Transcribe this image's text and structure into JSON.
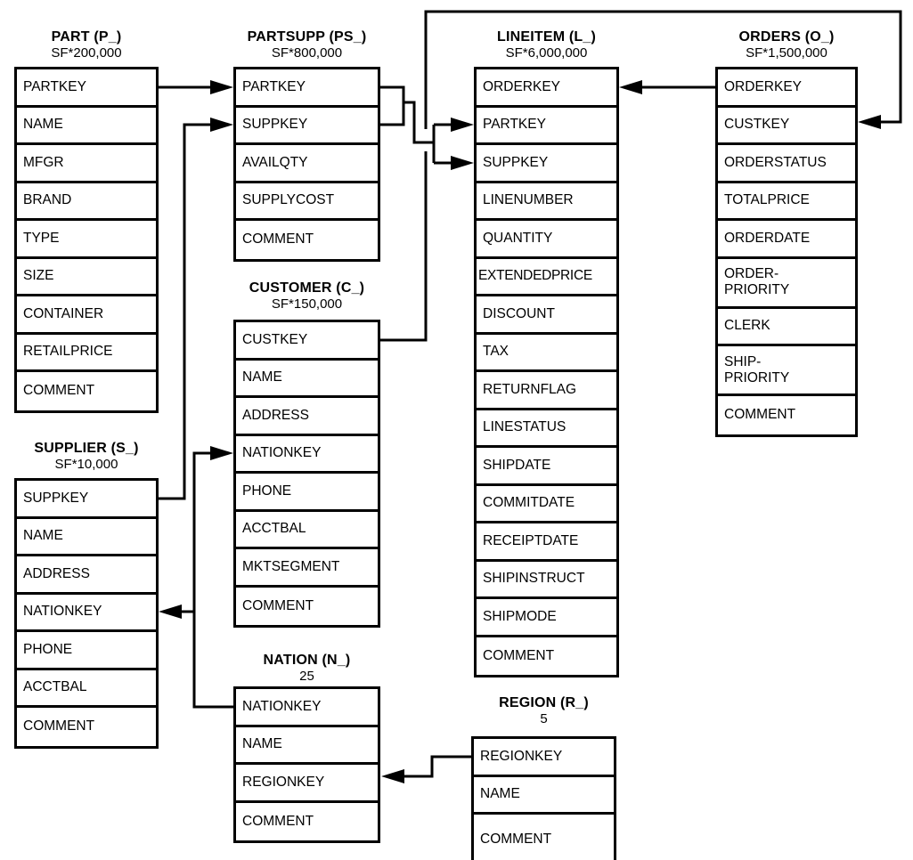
{
  "diagram": {
    "kind": "database-schema",
    "colors": {
      "line": "#000000",
      "background": "#ffffff",
      "text": "#000000"
    }
  },
  "tables": {
    "part": {
      "title": "PART (P_)",
      "cardinality": "SF*200,000",
      "fields": [
        "PARTKEY",
        "NAME",
        "MFGR",
        "BRAND",
        "TYPE",
        "SIZE",
        "CONTAINER",
        "RETAILPRICE",
        "COMMENT"
      ]
    },
    "partsupp": {
      "title": "PARTSUPP (PS_)",
      "cardinality": "SF*800,000",
      "fields": [
        "PARTKEY",
        "SUPPKEY",
        "AVAILQTY",
        "SUPPLYCOST",
        "COMMENT"
      ]
    },
    "lineitem": {
      "title": "LINEITEM (L_)",
      "cardinality": "SF*6,000,000",
      "fields": [
        "ORDERKEY",
        "PARTKEY",
        "SUPPKEY",
        "LINENUMBER",
        "QUANTITY",
        "EXTENDEDPRICE",
        "DISCOUNT",
        "TAX",
        "RETURNFLAG",
        "LINESTATUS",
        "SHIPDATE",
        "COMMITDATE",
        "RECEIPTDATE",
        "SHIPINSTRUCT",
        "SHIPMODE",
        "COMMENT"
      ]
    },
    "orders": {
      "title": "ORDERS (O_)",
      "cardinality": "SF*1,500,000",
      "fields": [
        "ORDERKEY",
        "CUSTKEY",
        "ORDERSTATUS",
        "TOTALPRICE",
        "ORDERDATE",
        "ORDER-\nPRIORITY",
        "CLERK",
        "SHIP-\nPRIORITY",
        "COMMENT"
      ]
    },
    "customer": {
      "title": "CUSTOMER (C_)",
      "cardinality": "SF*150,000",
      "fields": [
        "CUSTKEY",
        "NAME",
        "ADDRESS",
        "NATIONKEY",
        "PHONE",
        "ACCTBAL",
        "MKTSEGMENT",
        "COMMENT"
      ]
    },
    "supplier": {
      "title": "SUPPLIER (S_)",
      "cardinality": "SF*10,000",
      "fields": [
        "SUPPKEY",
        "NAME",
        "ADDRESS",
        "NATIONKEY",
        "PHONE",
        "ACCTBAL",
        "COMMENT"
      ]
    },
    "nation": {
      "title": "NATION (N_)",
      "cardinality": "25",
      "fields": [
        "NATIONKEY",
        "NAME",
        "REGIONKEY",
        "COMMENT"
      ]
    },
    "region": {
      "title": "REGION (R_)",
      "cardinality": "5",
      "fields": [
        "REGIONKEY",
        "NAME",
        "COMMENT"
      ]
    }
  },
  "relationships": [
    {
      "from": "PART.PARTKEY",
      "to": "PARTSUPP.PARTKEY"
    },
    {
      "from": "SUPPLIER.SUPPKEY",
      "to": "PARTSUPP.SUPPKEY"
    },
    {
      "from": "PARTSUPP.PARTKEY",
      "to": "LINEITEM.PARTKEY"
    },
    {
      "from": "PARTSUPP.SUPPKEY",
      "to": "LINEITEM.SUPPKEY"
    },
    {
      "from": "ORDERS.ORDERKEY",
      "to": "LINEITEM.ORDERKEY"
    },
    {
      "from": "CUSTOMER.CUSTKEY",
      "to": "ORDERS.CUSTKEY"
    },
    {
      "from": "NATION.NATIONKEY",
      "to": "CUSTOMER.NATIONKEY"
    },
    {
      "from": "NATION.NATIONKEY",
      "to": "SUPPLIER.NATIONKEY"
    },
    {
      "from": "REGION.REGIONKEY",
      "to": "NATION.REGIONKEY"
    }
  ]
}
